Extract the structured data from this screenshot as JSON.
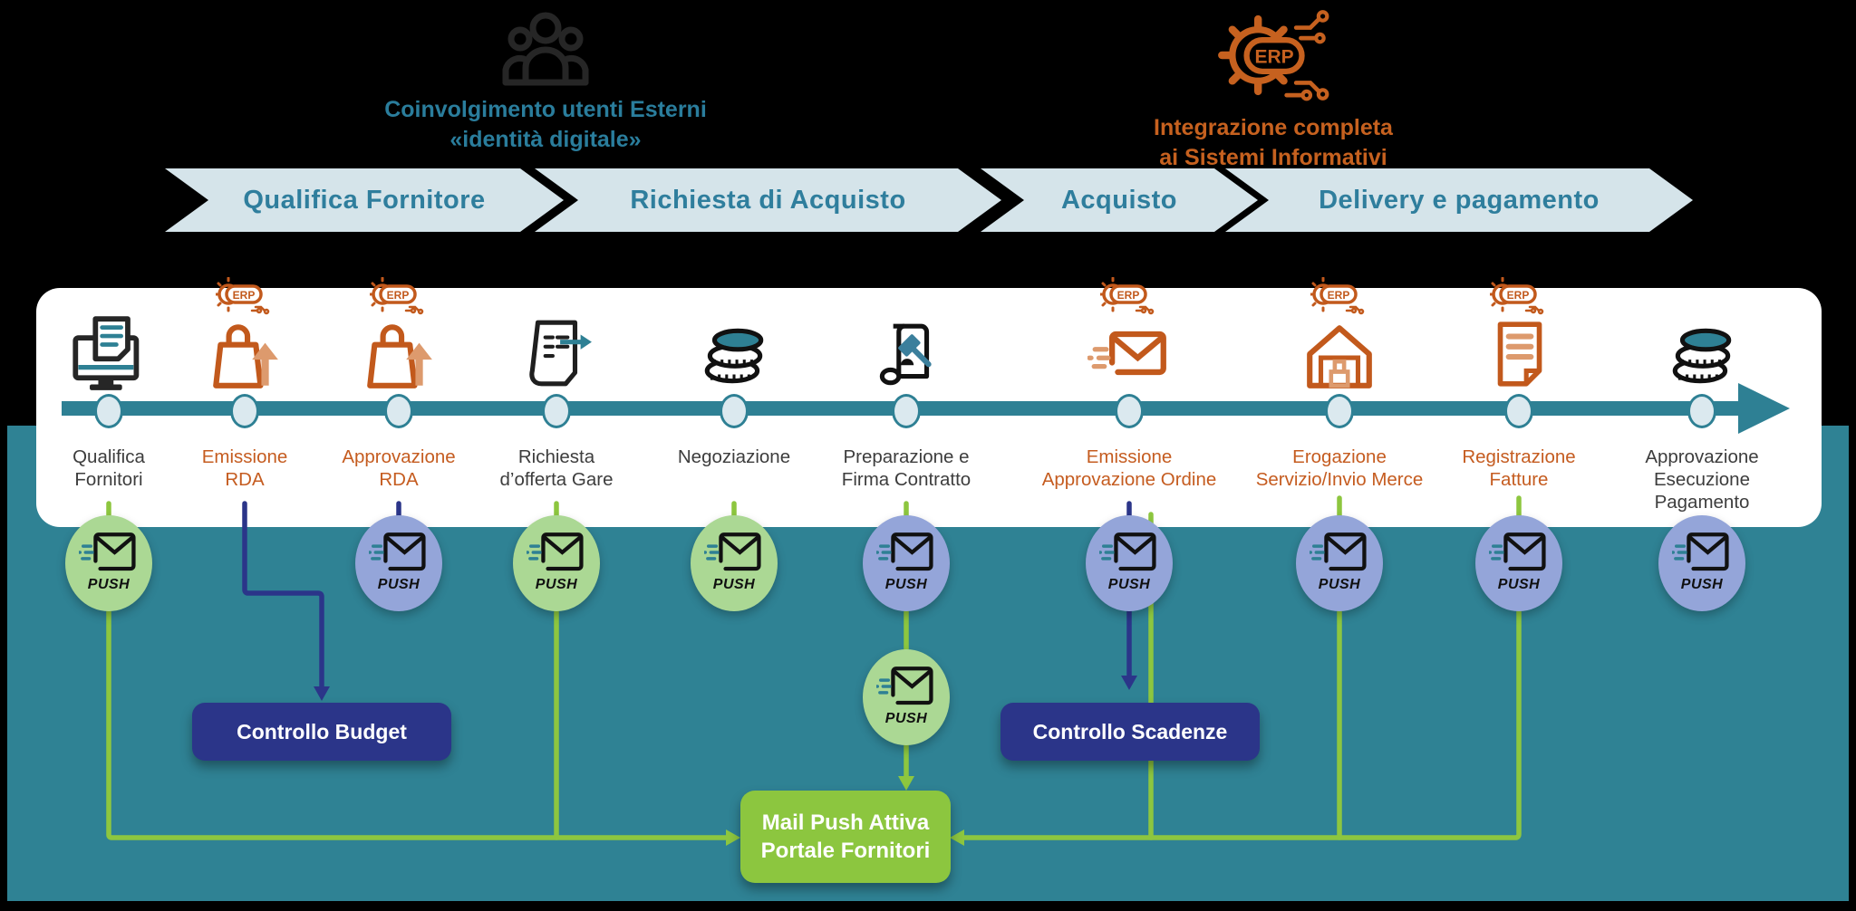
{
  "annotations": {
    "external_users": {
      "icon": "people-group-icon",
      "line1": "Coinvolgimento utenti Esterni",
      "line2": "«identità digitale»"
    },
    "erp_integration": {
      "icon": "erp-gear-icon",
      "badge_text": "ERP",
      "line1": "Integrazione completa",
      "line2": "ai Sistemi Informativi"
    }
  },
  "phases": [
    {
      "label": "Qualifica Fornitore"
    },
    {
      "label": "Richiesta di Acquisto"
    },
    {
      "label": "Acquisto"
    },
    {
      "label": "Delivery e pagamento"
    }
  ],
  "stations": [
    {
      "lines": [
        "Qualifica",
        "Fornitori"
      ],
      "color": "dark",
      "icon": "monitor-document-icon",
      "erp_badge": false,
      "push": "green"
    },
    {
      "lines": [
        "Emissione",
        "RDA"
      ],
      "color": "orange",
      "icon": "shopping-bag-upload-icon",
      "erp_badge": true,
      "push": null
    },
    {
      "lines": [
        "Approvazione",
        "RDA"
      ],
      "color": "orange",
      "icon": "shopping-bag-upload-icon",
      "erp_badge": true,
      "push": "blue"
    },
    {
      "lines": [
        "Richiesta",
        "d’offerta Gare"
      ],
      "color": "dark",
      "icon": "document-send-icon",
      "erp_badge": false,
      "push": "green"
    },
    {
      "lines": [
        "Negoziazione"
      ],
      "color": "dark",
      "icon": "coins-icon",
      "erp_badge": false,
      "push": "green"
    },
    {
      "lines": [
        "Preparazione e",
        "Firma Contratto"
      ],
      "color": "dark",
      "icon": "contract-gavel-icon",
      "erp_badge": false,
      "push": "blue",
      "extra_push": "green"
    },
    {
      "lines": [
        "Emissione",
        "Approvazione Ordine"
      ],
      "color": "orange",
      "icon": "fast-mail-icon",
      "erp_badge": true,
      "push": "blue"
    },
    {
      "lines": [
        "Erogazione",
        "Servizio/Invio Merce"
      ],
      "color": "orange",
      "icon": "warehouse-icon",
      "erp_badge": true,
      "push": "blue"
    },
    {
      "lines": [
        "Registrazione",
        "Fatture"
      ],
      "color": "orange",
      "icon": "invoice-icon",
      "erp_badge": true,
      "push": "blue"
    },
    {
      "lines": [
        "Approvazione",
        "Esecuzione",
        "Pagamento"
      ],
      "color": "dark",
      "icon": "coins-icon",
      "erp_badge": false,
      "push": "blue"
    }
  ],
  "push_label": "PUSH",
  "erp_badge_text": "ERP",
  "boxes": {
    "controllo_budget": "Controllo Budget",
    "controllo_scadenze": "Controllo Scadenze",
    "mail_push": {
      "line1": "Mail Push Attiva",
      "line2": "Portale Fornitori"
    }
  },
  "colors": {
    "background": "#000000",
    "teal_panel": "#2f8294",
    "timeline": "#2e8094",
    "phase_arrow_fill": "#d5e4ea",
    "phase_text": "#2f7e9d",
    "orange": "#c2591c",
    "orange_light": "#dd9a6d",
    "navy": "#2b3589",
    "green_line": "#8dc63f",
    "green_circle": "#abd894",
    "blue_circle": "#94a5d9",
    "mail_box_green": "#8cc63f",
    "dark_text": "#3d3d3d"
  }
}
